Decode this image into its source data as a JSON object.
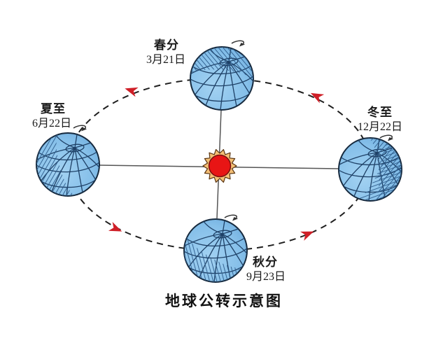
{
  "diagram": {
    "title": "地球公转示意图",
    "orbit_direction": "counterclockwise",
    "positions": {
      "spring": {
        "label": "春分",
        "date": "3月21日",
        "location": "top"
      },
      "summer": {
        "label": "夏至",
        "date": "6月22日",
        "location": "left"
      },
      "autumn": {
        "label": "秋分",
        "date": "9月23日",
        "location": "bottom"
      },
      "winter": {
        "label": "冬至",
        "date": "12月22日",
        "location": "right"
      }
    },
    "colors": {
      "earth_fill": "#85bfe9",
      "earth_highlight": "#a3d2f2",
      "earth_grid": "#1e4066",
      "earth_shade_hatch": "#2b5a8a",
      "earth_outline": "#16293d",
      "orbit_line": "#1f1f1f",
      "connector_line": "#555555",
      "revolution_arrow": "#cf1f27",
      "rotation_arrow": "#333333",
      "sun_core": "#e81515",
      "sun_core_edge": "#7a1010",
      "sun_corona": "#f3bf75",
      "sun_corona_edge": "#5a3410",
      "text": "#1a1a1a"
    },
    "icons": {
      "sun": "sun-icon",
      "rotation": "rotation-arrow-icon",
      "revolution": "revolution-arrow-icon"
    }
  }
}
